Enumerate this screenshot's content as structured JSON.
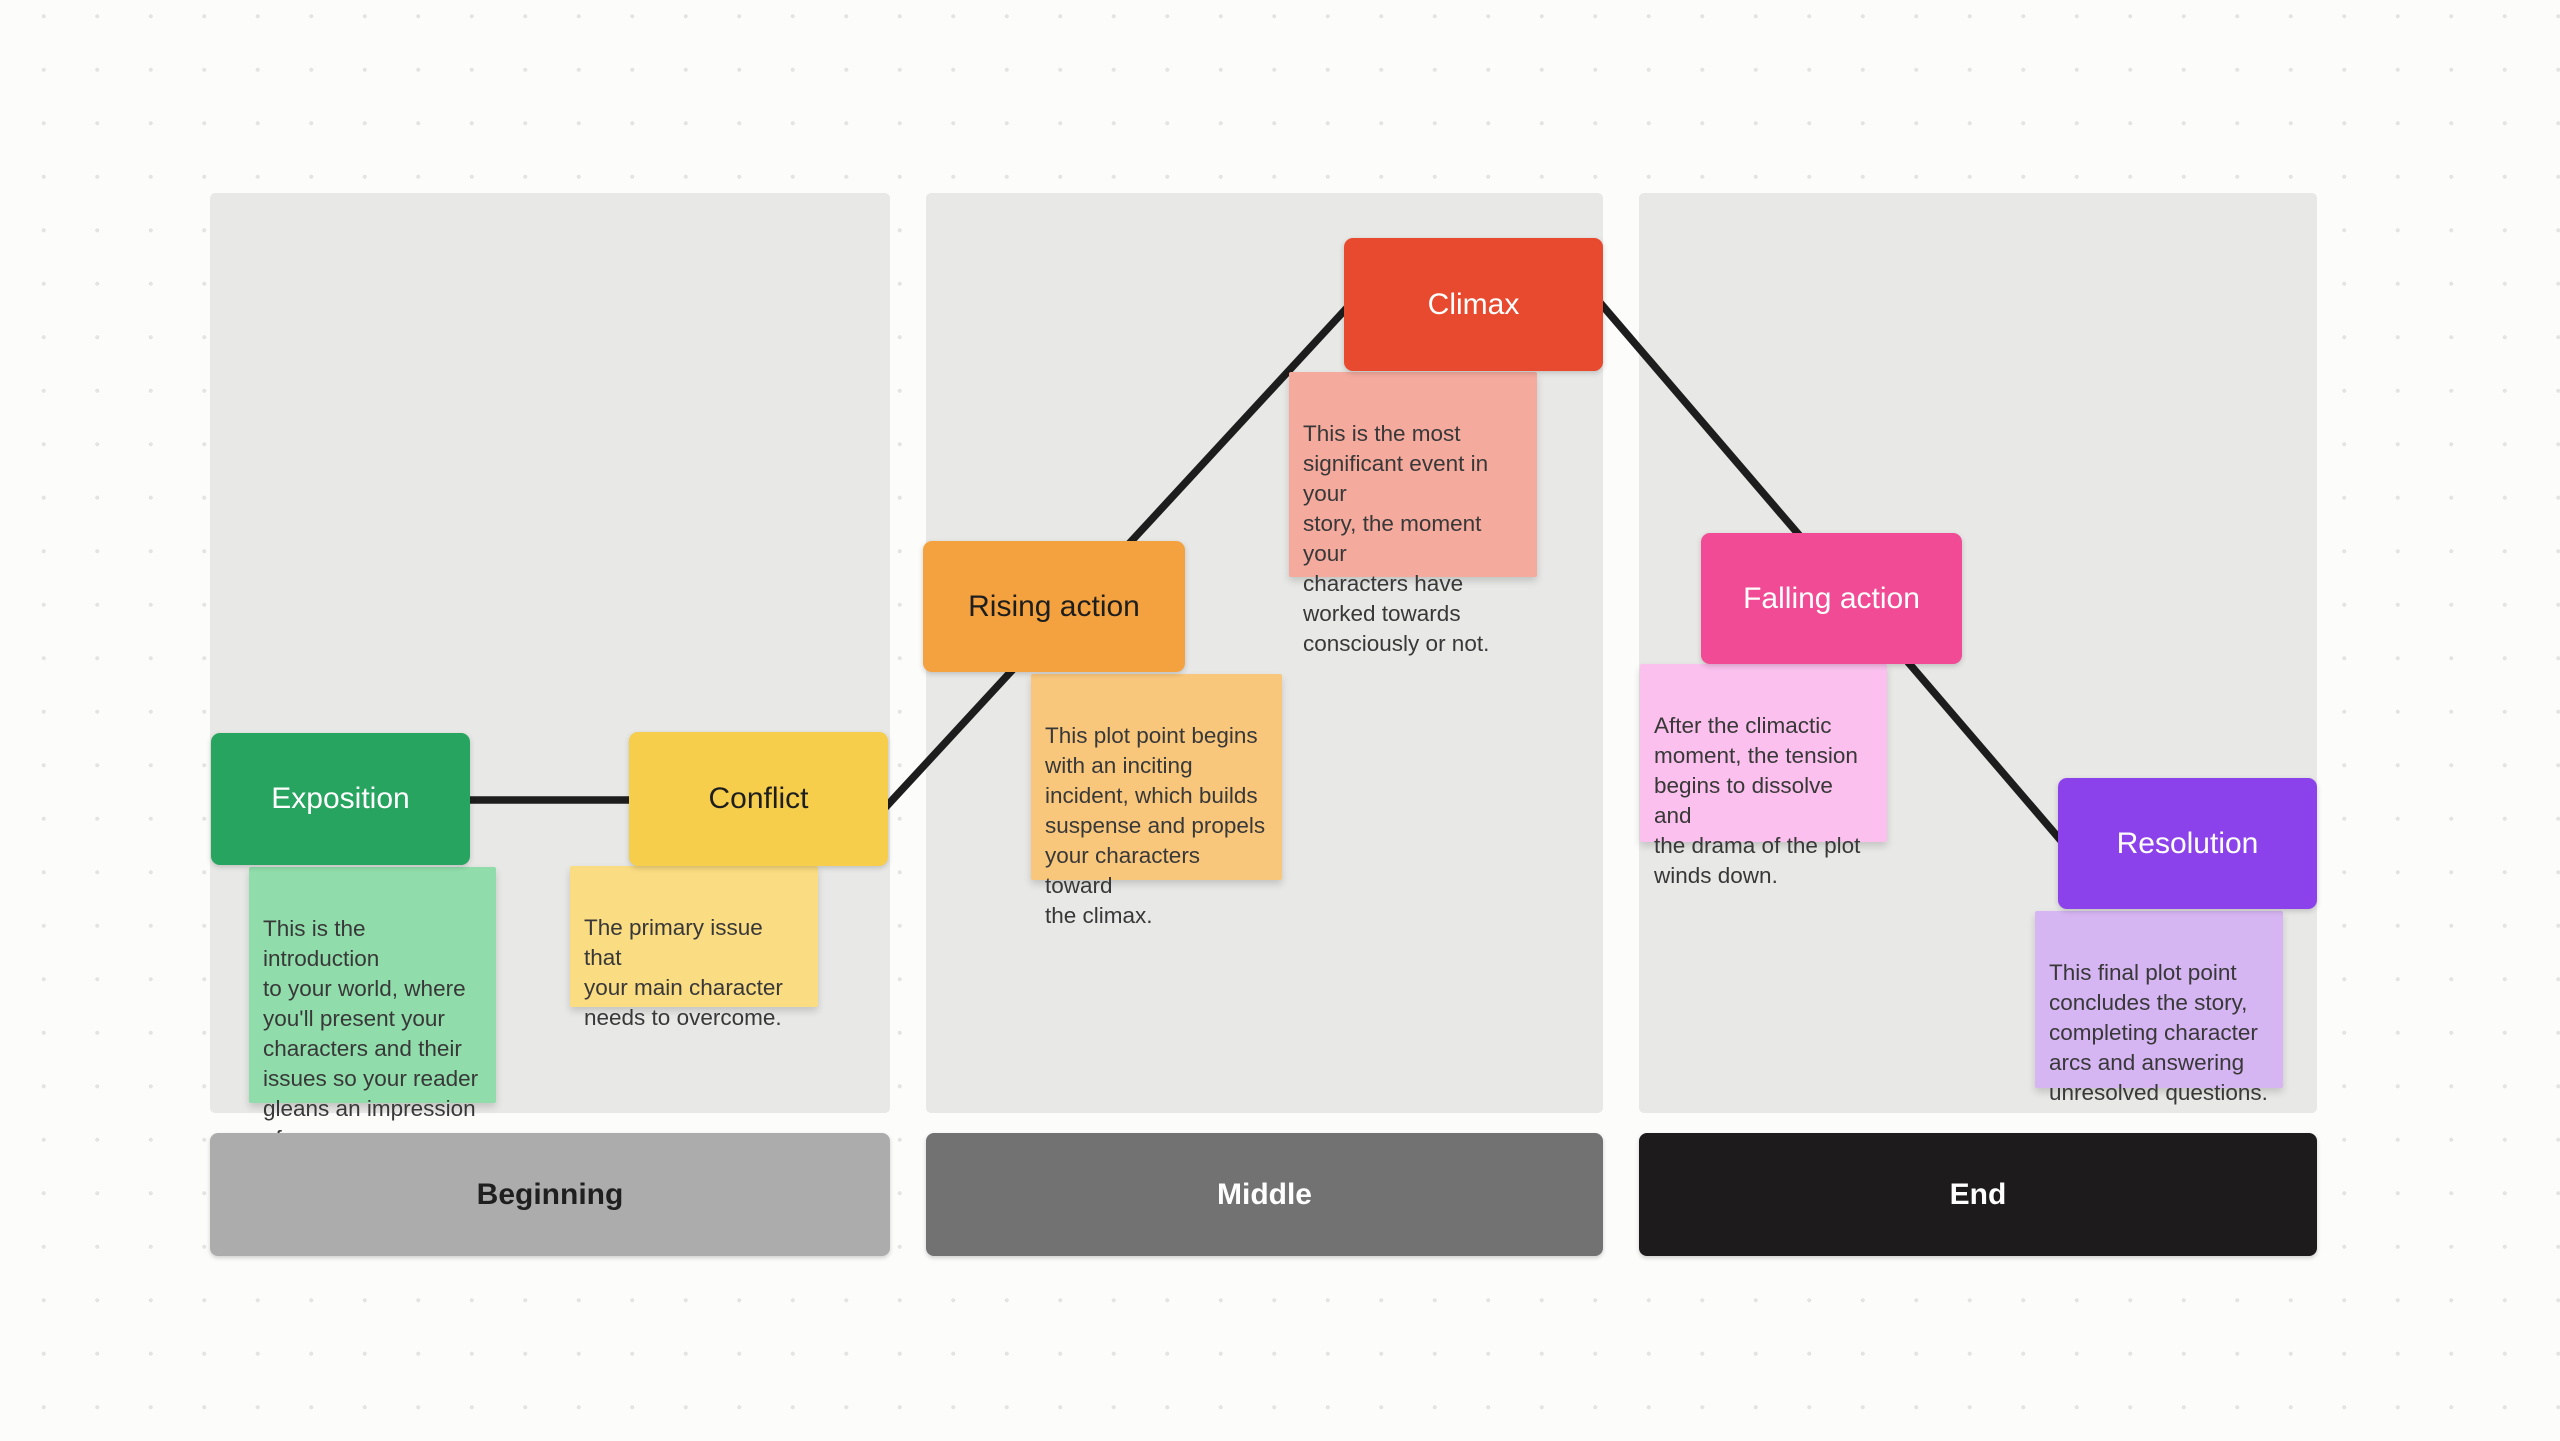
{
  "canvas": {
    "page_bg": "#FCFCFB",
    "dot_color": "#E4E4E2",
    "panel_bg": "#E8E8E6",
    "connector_color": "#1D1D1D"
  },
  "sections": [
    {
      "label": "Beginning",
      "bar_bg": "#ACACAC",
      "bar_text": "#1F1F1F"
    },
    {
      "label": "Middle",
      "bar_bg": "#727272",
      "bar_text": "#FFFFFF"
    },
    {
      "label": "End",
      "bar_bg": "#1E1B1C",
      "bar_text": "#FFFFFF"
    }
  ],
  "plot_points": [
    {
      "label": "Exposition",
      "box_bg": "#27A45F",
      "label_color": "#FFFFFF",
      "note_bg": "#90DDAB",
      "note": "This is the introduction\nto your world, where\nyou'll present your\ncharacters and their\nissues so your reader\ngleans an impression of\nyour story's purpose."
    },
    {
      "label": "Conflict",
      "box_bg": "#F6CE4B",
      "label_color": "#1E1E1E",
      "note_bg": "#FADC82",
      "note": "The primary issue that\nyour main character\nneeds to overcome."
    },
    {
      "label": "Rising action",
      "box_bg": "#F4A23F",
      "label_color": "#1E1E1E",
      "note_bg": "#F9C77C",
      "note": "This plot point begins\nwith an inciting\nincident, which builds\nsuspense and propels\nyour characters toward\nthe climax."
    },
    {
      "label": "Climax",
      "box_bg": "#E84A2F",
      "label_color": "#FFFFFF",
      "note_bg": "#F5AA9E",
      "note": "This is the most\nsignificant event in your\nstory, the moment your\ncharacters have\nworked towards\nconsciously or not."
    },
    {
      "label": "Falling action",
      "box_bg": "#F14B96",
      "label_color": "#FFFFFF",
      "note_bg": "#FBC0EE",
      "note": "After the climactic\nmoment, the tension\nbegins to dissolve and\nthe drama of the plot\nwinds down."
    },
    {
      "label": "Resolution",
      "box_bg": "#8C42EB",
      "label_color": "#FFFFFF",
      "note_bg": "#D6B5F3",
      "note": "This final plot point\nconcludes the story,\ncompleting character\narcs and answering\nunresolved questions."
    }
  ]
}
